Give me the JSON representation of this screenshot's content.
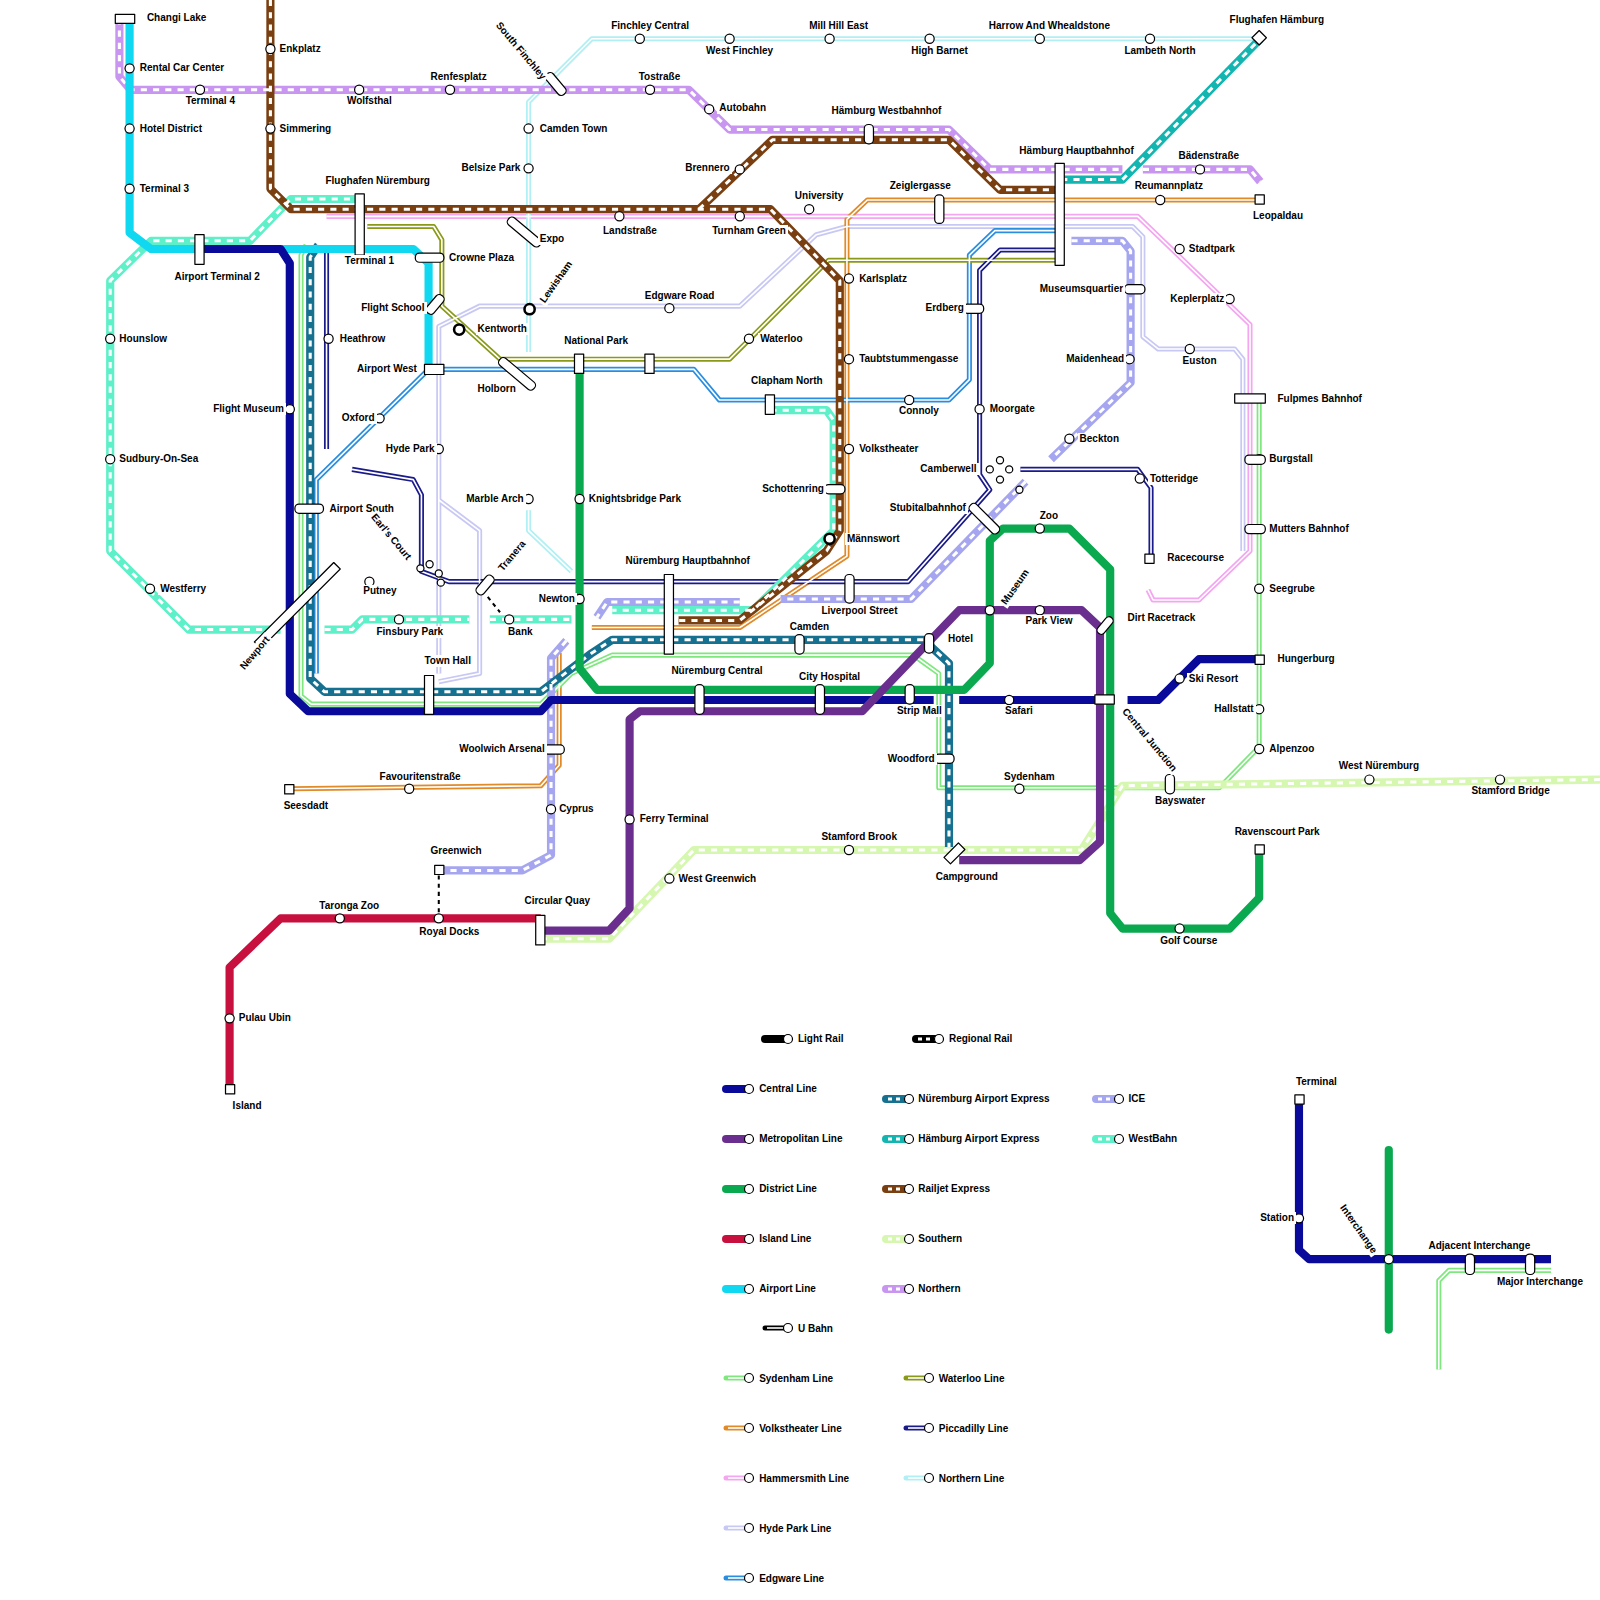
{
  "diagram": {
    "labels": [
      "Changi Lake",
      "Rental Car Center",
      "Terminal 4",
      "Hotel District",
      "Terminal 3",
      "Enkplatz",
      "Simmering",
      "Wolfsthal",
      "Renfesplatz",
      "South Finchley",
      "Camden Town",
      "Belsize Park",
      "Finchley Central",
      "West Finchley",
      "Mill Hill East",
      "High Barnet",
      "Harrow And Whealdstone",
      "Lambeth North",
      "Flughafen Hämburg",
      "Tostraße",
      "Autobahn",
      "Hämburg Westbahnhof",
      "Brennero",
      "Hämburg Hauptbahnhof",
      "Bädenstraße",
      "Reumannplatz",
      "Leopaldau",
      "Flughafen Nüremburg",
      "Airport Terminal 2",
      "Terminal 1",
      "Crowne Plaza",
      "Expo",
      "Landstraße",
      "Turnham Green",
      "University",
      "Zeiglergasse",
      "Stadtpark",
      "Lewisham",
      "Edgware Road",
      "Karlsplatz",
      "Erdberg",
      "Museumsquartier",
      "Keplerplatz",
      "Hounslow",
      "Flight School",
      "Kentworth",
      "National Park",
      "Waterloo",
      "Taubtstummengasse",
      "Maidenhead",
      "Euston",
      "Heathrow",
      "Airport West",
      "Holborn",
      "Clapham North",
      "Connoly",
      "Fulpmes Bahnhof",
      "Flight Museum",
      "Oxford",
      "Moorgate",
      "Beckton",
      "Hyde Park",
      "Volkstheater",
      "Camberwell",
      "Burgstall",
      "Totteridge",
      "Sudbury-On-Sea",
      "Marble Arch",
      "Knightsbridge Park",
      "Schottenring",
      "Stubitalbahnhof",
      "Airport South",
      "Zoo",
      "Mutters Bahnhof",
      "Earl's Court",
      "Tranera",
      "Männswort",
      "Racecourse",
      "Nüremburg Hauptbahnhof",
      "Westferry",
      "Putney",
      "Newton",
      "Museum",
      "Seegrube",
      "Liverpool Street",
      "Park View",
      "Dirt Racetrack",
      "Finsbury Park",
      "Bank",
      "Camden",
      "Hotel",
      "Newport",
      "Hungerburg",
      "Town Hall",
      "Nüremburg Central",
      "City Hospital",
      "Ski Resort",
      "Strip Mall",
      "Safari",
      "Hallstatt",
      "Central Junction",
      "Woolwich Arsenal",
      "Woodford",
      "Alpenzoo",
      "West Nüremburg",
      "Sydenham",
      "Favouritenstraße",
      "Bayswater",
      "Stamford Bridge",
      "Seesdadt",
      "Cyprus",
      "Ferry Terminal",
      "Ravenscourt Park",
      "Stamford Brook",
      "Greenwich",
      "Campground",
      "West Greenwich",
      "Circular Quay",
      "Taronga Zoo",
      "Royal Docks",
      "Golf Course",
      "Pulau Ubin",
      "Island",
      "Terminal",
      "Station",
      "Interchange",
      "Adjacent Interchange",
      "Major Interchange"
    ],
    "legend": [
      {
        "text": "Light Rail",
        "color": "#000000"
      },
      {
        "text": "Regional Rail",
        "color": "#000000"
      },
      {
        "text": "Central Line",
        "color": "#0a0a9a"
      },
      {
        "text": "Nüremburg Airport Express",
        "color": "#16708f"
      },
      {
        "text": "ICE",
        "color": "#a6a6f0"
      },
      {
        "text": "Metropolitan Line",
        "color": "#6a2f8e"
      },
      {
        "text": "Hämburg Airport Express",
        "color": "#12b5b0"
      },
      {
        "text": "WestBahn",
        "color": "#5ef0c8"
      },
      {
        "text": "District Line",
        "color": "#0aa84f"
      },
      {
        "text": "Railjet Express",
        "color": "#7a3f10"
      },
      {
        "text": "Island Line",
        "color": "#c8103e"
      },
      {
        "text": "Southern",
        "color": "#d6f7b0"
      },
      {
        "text": "Airport Line",
        "color": "#10d8f0"
      },
      {
        "text": "Northern",
        "color": "#c896f0"
      },
      {
        "text": "U Bahn",
        "color": "#000000"
      },
      {
        "text": "Sydenham Line",
        "color": "#7ee87e"
      },
      {
        "text": "Waterloo Line",
        "color": "#8a9a18"
      },
      {
        "text": "Volkstheater Line",
        "color": "#e08a28"
      },
      {
        "text": "Piccadilly Line",
        "color": "#1a1a8a"
      },
      {
        "text": "Hammersmith Line",
        "color": "#f4a6f0"
      },
      {
        "text": "Northern Line",
        "color": "#b0f0f4"
      },
      {
        "text": "Hyde Park Line",
        "color": "#c8c8f4"
      },
      {
        "text": "Edgware Line",
        "color": "#2a8ee0"
      }
    ]
  }
}
